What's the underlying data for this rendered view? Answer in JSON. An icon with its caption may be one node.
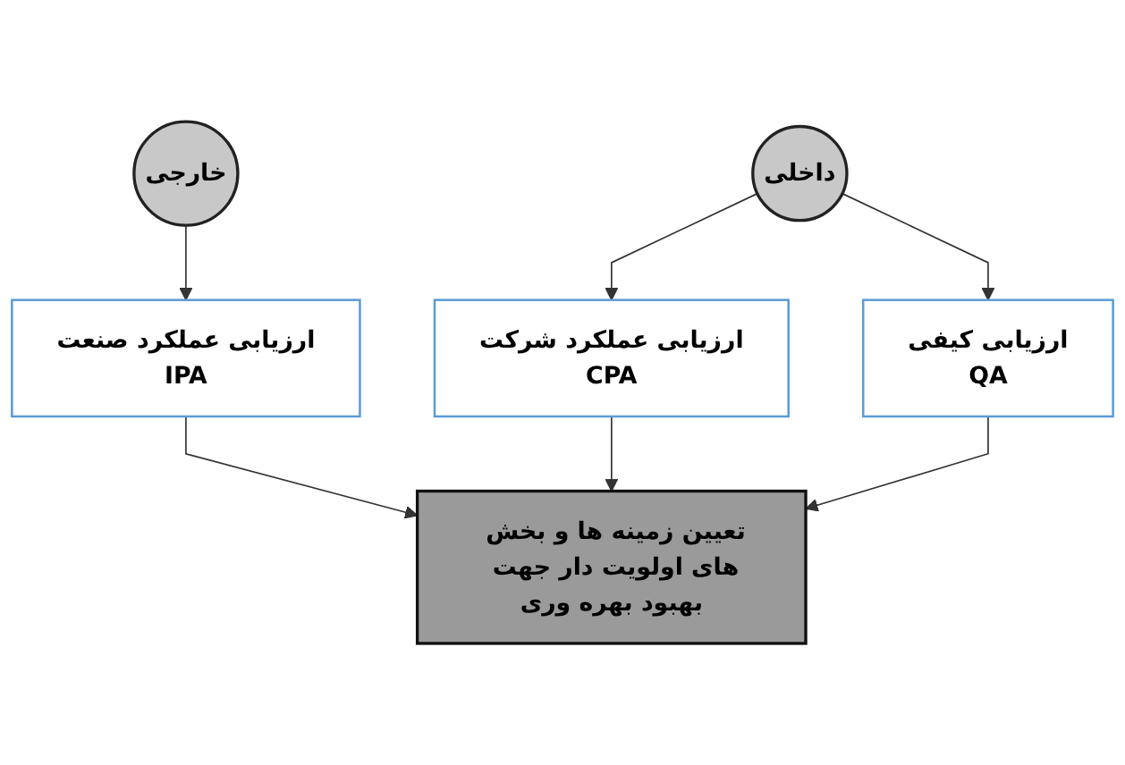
{
  "diagram": {
    "nodes": [
      {
        "text": [
          "خارجی"
        ]
      },
      {
        "text": [
          "داخلی"
        ]
      },
      {
        "text": [
          "ارزیابی عملکرد صنعت",
          "IPA"
        ]
      },
      {
        "text": [
          "ارزیابی عملکرد شرکت",
          "CPA"
        ]
      },
      {
        "text": [
          "ارزیابی کیفی",
          "QA"
        ]
      },
      {
        "text": [
          "تعیین زمینه ها و بخش های اولویت دار جهت بهبود بهره وری"
        ]
      }
    ],
    "edges": [
      {
        "from": 0,
        "to": 2,
        "arrow": "to"
      },
      {
        "from": 1,
        "to": 3,
        "arrow": "to"
      },
      {
        "from": 1,
        "to": 4,
        "arrow": "to"
      },
      {
        "from": 2,
        "to": 5,
        "arrow": "to"
      },
      {
        "from": 3,
        "to": 5,
        "arrow": "to"
      },
      {
        "from": 4,
        "to": 5,
        "arrow": "to"
      }
    ]
  }
}
